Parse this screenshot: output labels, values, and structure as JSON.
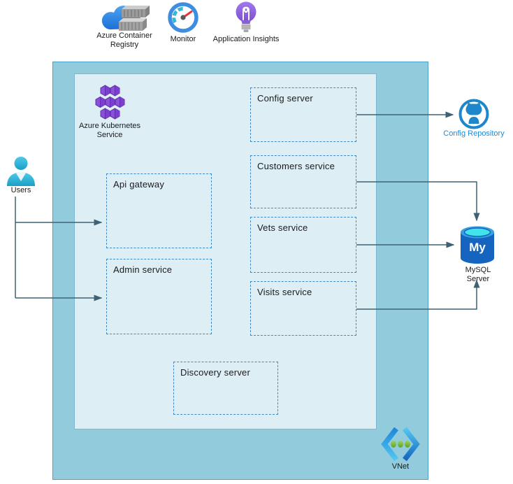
{
  "top_icons": {
    "acr_label": "Azure Container Registry",
    "monitor_label": "Monitor",
    "app_insights_label": "Application Insights"
  },
  "actors": {
    "users_label": "Users"
  },
  "containers": {
    "aks_label": "Azure Kubernetes Service",
    "vnet_label": "VNet"
  },
  "services": {
    "config_server": "Config server",
    "customers_service": "Customers service",
    "vets_service": "Vets service",
    "visits_service": "Visits service",
    "api_gateway": "Api gateway",
    "admin_service": "Admin service",
    "discovery_server": "Discovery server"
  },
  "externals": {
    "config_repository_label": "Config Repository",
    "mysql_label": "MySQL Server",
    "mysql_cylinder_text": "My"
  },
  "colors": {
    "vnet_fill": "#92cbdc",
    "vnet_border": "#4aa0c5",
    "aks_fill": "#ddeef5",
    "aks_border": "#79b7d3",
    "dashed_border": "#3e8ac6",
    "arrow": "#3e6273",
    "config_repo_text": "#1f8ad2",
    "aks_purple": "#8a50d8",
    "mysql_blue": "#1565c0",
    "users_cyan": "#2fb4d9"
  }
}
